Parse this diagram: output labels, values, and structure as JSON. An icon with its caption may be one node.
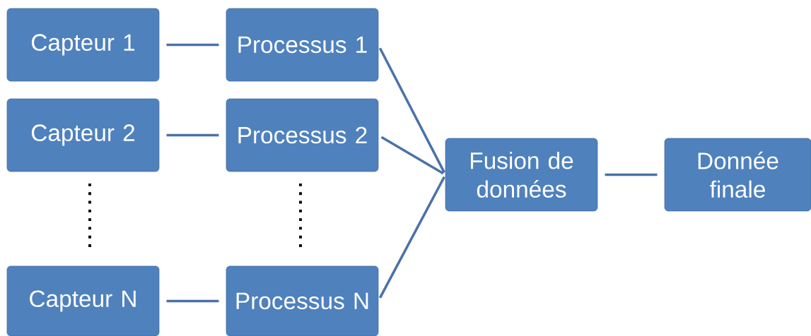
{
  "diagram": {
    "nodes": [
      {
        "text": [
          "Capteur 1"
        ]
      },
      {
        "text": [
          "Processus 1"
        ]
      },
      {
        "text": [
          "Capteur 2"
        ]
      },
      {
        "text": [
          "Processus 2"
        ]
      },
      {
        "text": [
          "Capteur N"
        ]
      },
      {
        "text": [
          "Processus N"
        ]
      },
      {
        "text": [
          "Fusion de données"
        ]
      },
      {
        "text": [
          "Donnée finale"
        ]
      }
    ],
    "edges": [
      {
        "from": 0,
        "to": 1,
        "arrow": "none"
      },
      {
        "from": 2,
        "to": 3,
        "arrow": "none"
      },
      {
        "from": 4,
        "to": 5,
        "arrow": "none"
      },
      {
        "from": 1,
        "to": 6,
        "arrow": "none"
      },
      {
        "from": 3,
        "to": 6,
        "arrow": "none"
      },
      {
        "from": 5,
        "to": 6,
        "arrow": "none"
      },
      {
        "from": 6,
        "to": 7,
        "arrow": "none"
      }
    ]
  }
}
